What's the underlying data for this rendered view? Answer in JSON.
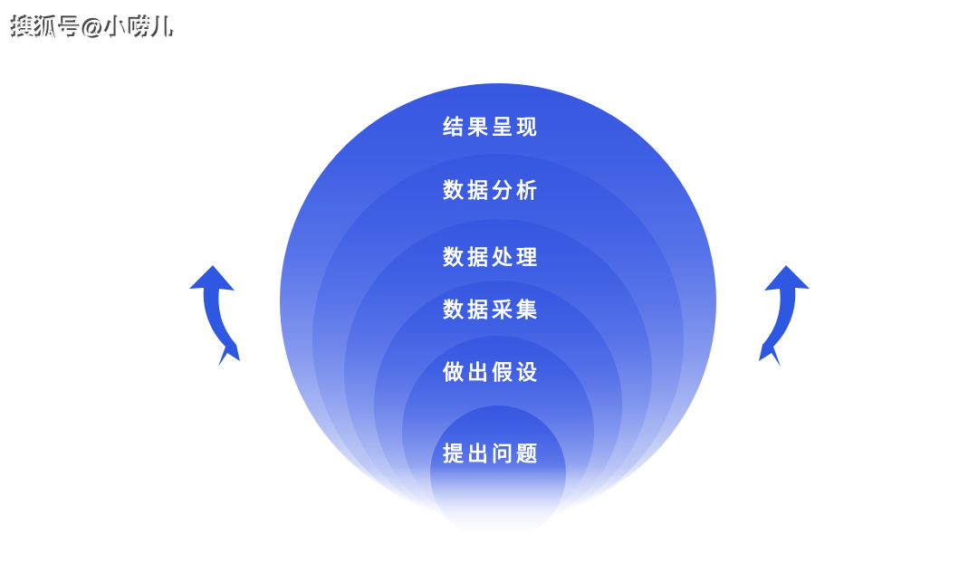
{
  "watermark": {
    "text": "搜狐号@小唠儿"
  },
  "diagram": {
    "type": "nested-circles-process",
    "layers": [
      {
        "position": "outermost",
        "label": "结果呈现"
      },
      {
        "position": "layer-2",
        "label": "数据分析"
      },
      {
        "position": "layer-3",
        "label": "数据处理"
      },
      {
        "position": "layer-4",
        "label": "数据采集"
      },
      {
        "position": "layer-5",
        "label": "做出假设"
      },
      {
        "position": "innermost",
        "label": "提出问题"
      }
    ],
    "icons": {
      "left": "curved-up-arrow-icon",
      "right": "curved-up-arrow-icon"
    },
    "colors": {
      "circle_top_blue": "#3657df",
      "circle_mid_blue": "#5874e8",
      "circle_light_blue": "#b7c3f4",
      "arrow_blue": "#2e57e2",
      "label_white": "#ffffff",
      "background": "#ffffff"
    }
  }
}
